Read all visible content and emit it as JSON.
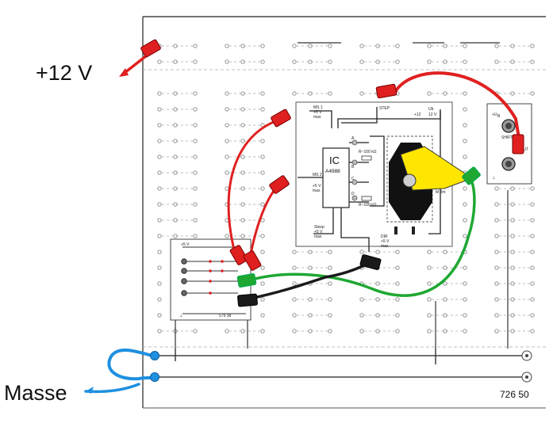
{
  "labels": {
    "supply": "+12 V",
    "ground": "Masse",
    "board_number": "726 50"
  },
  "driver_module": {
    "ic_title": "IC",
    "ic_part": "A4988",
    "ms1": "MS 1",
    "ms1_level": "+5 V",
    "ms1_max": "max",
    "ms2": "MS 2",
    "ms2_level": "+5 V",
    "ms2_max": "max",
    "step": "STEP",
    "ub": "Ub",
    "ub_value": "12 V",
    "ub_plus": "+12",
    "resistor_top": "R~100 kΩ",
    "resistor_bottom": "R~100 kΩ",
    "pin_a": "A",
    "pin_b": "B",
    "pin_c": "C",
    "pin_d": "D",
    "sleep": "Sleep",
    "sleep_level": "+5 V",
    "sleep_max": "max",
    "dir": "DIR",
    "dir_level": "+5 V",
    "dir_max": "max",
    "motor": "M 8m"
  },
  "switch_module": {
    "supply": "+5 V",
    "ground_symbol": "⊥",
    "part": "579 38"
  },
  "power_module": {
    "vin": "+U",
    "vin_sub": "B",
    "shift": "SHIFT",
    "vout": "UOUT",
    "ground_symbol": "⊥"
  },
  "colors": {
    "red_wire": "#e02020",
    "green_wire": "#1ea832",
    "black_wire": "#1a1a1a",
    "blue_wire": "#1e90e0",
    "gear": "#ffe600",
    "board_dash": "#aaaaaa"
  }
}
